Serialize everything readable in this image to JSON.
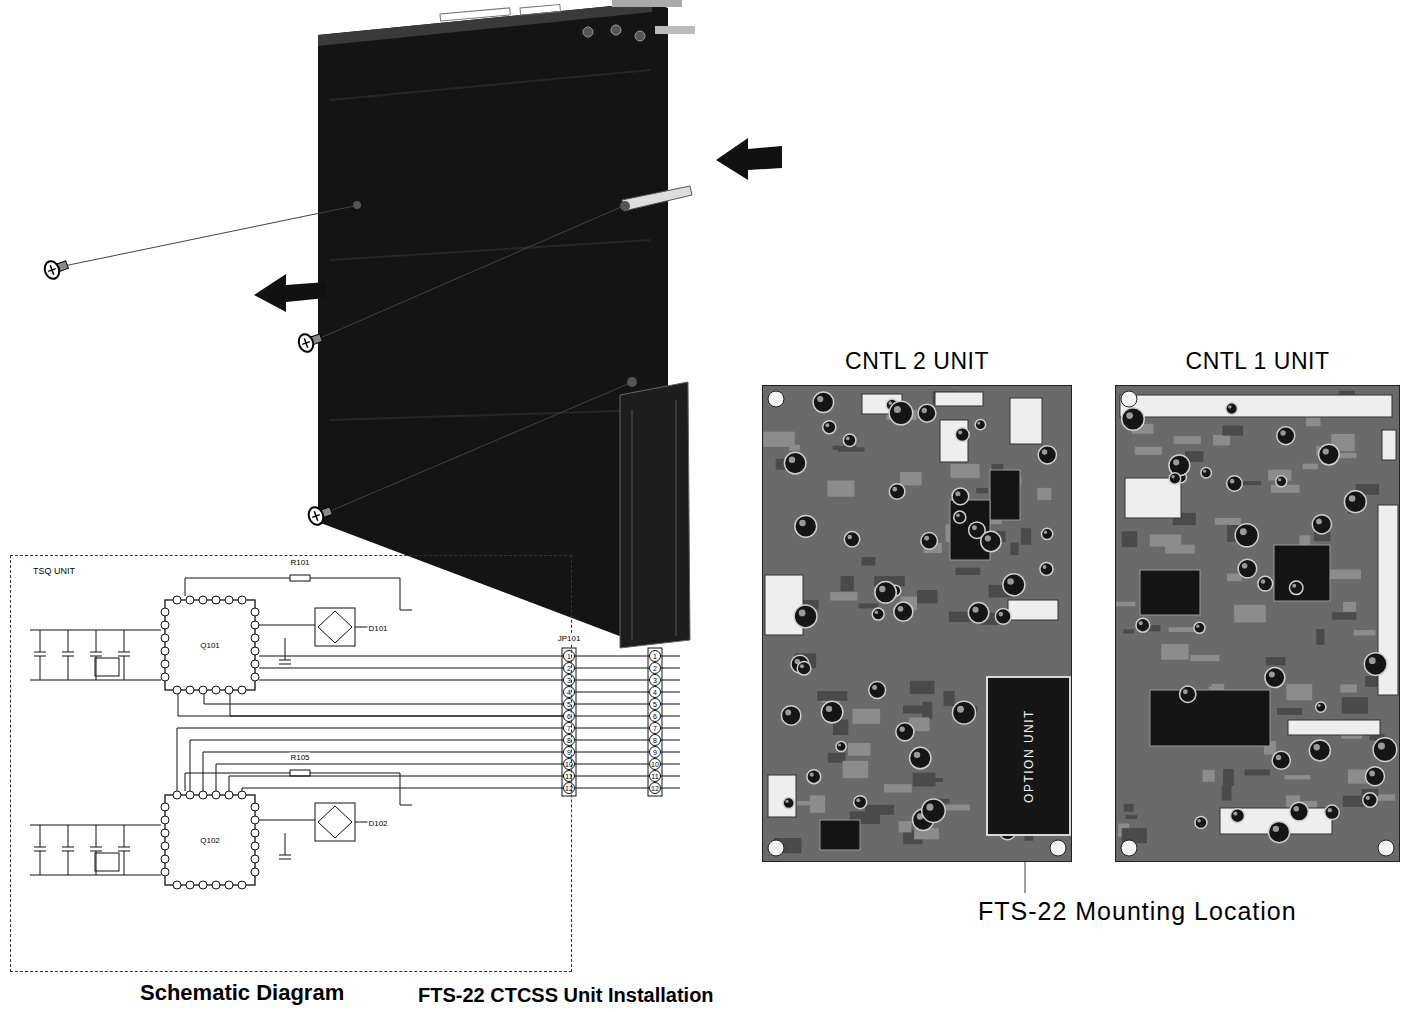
{
  "diagram": {
    "title": "FTS-22 CTCSS Unit Installation",
    "nodes": [
      {
        "text": [
          "CNTL 2 UNIT"
        ]
      },
      {
        "text": [
          "OPTION UNIT"
        ],
        "in": 0
      },
      {
        "text": [
          "CNTL 1 UNIT"
        ]
      },
      {
        "text": [
          "TSQ UNIT"
        ]
      }
    ],
    "labels": [
      "R101",
      "Q101",
      "D101",
      "R105",
      "Q102",
      "D102",
      "JP101",
      "1",
      "2",
      "3",
      "4",
      "5",
      "6",
      "7",
      "8",
      "9",
      "10",
      "11",
      "12",
      "1",
      "2",
      "3",
      "4",
      "5",
      "6",
      "7",
      "8",
      "9",
      "10",
      "11",
      "12",
      "Schematic Diagram",
      "FTS-22 Mounting Location"
    ]
  }
}
